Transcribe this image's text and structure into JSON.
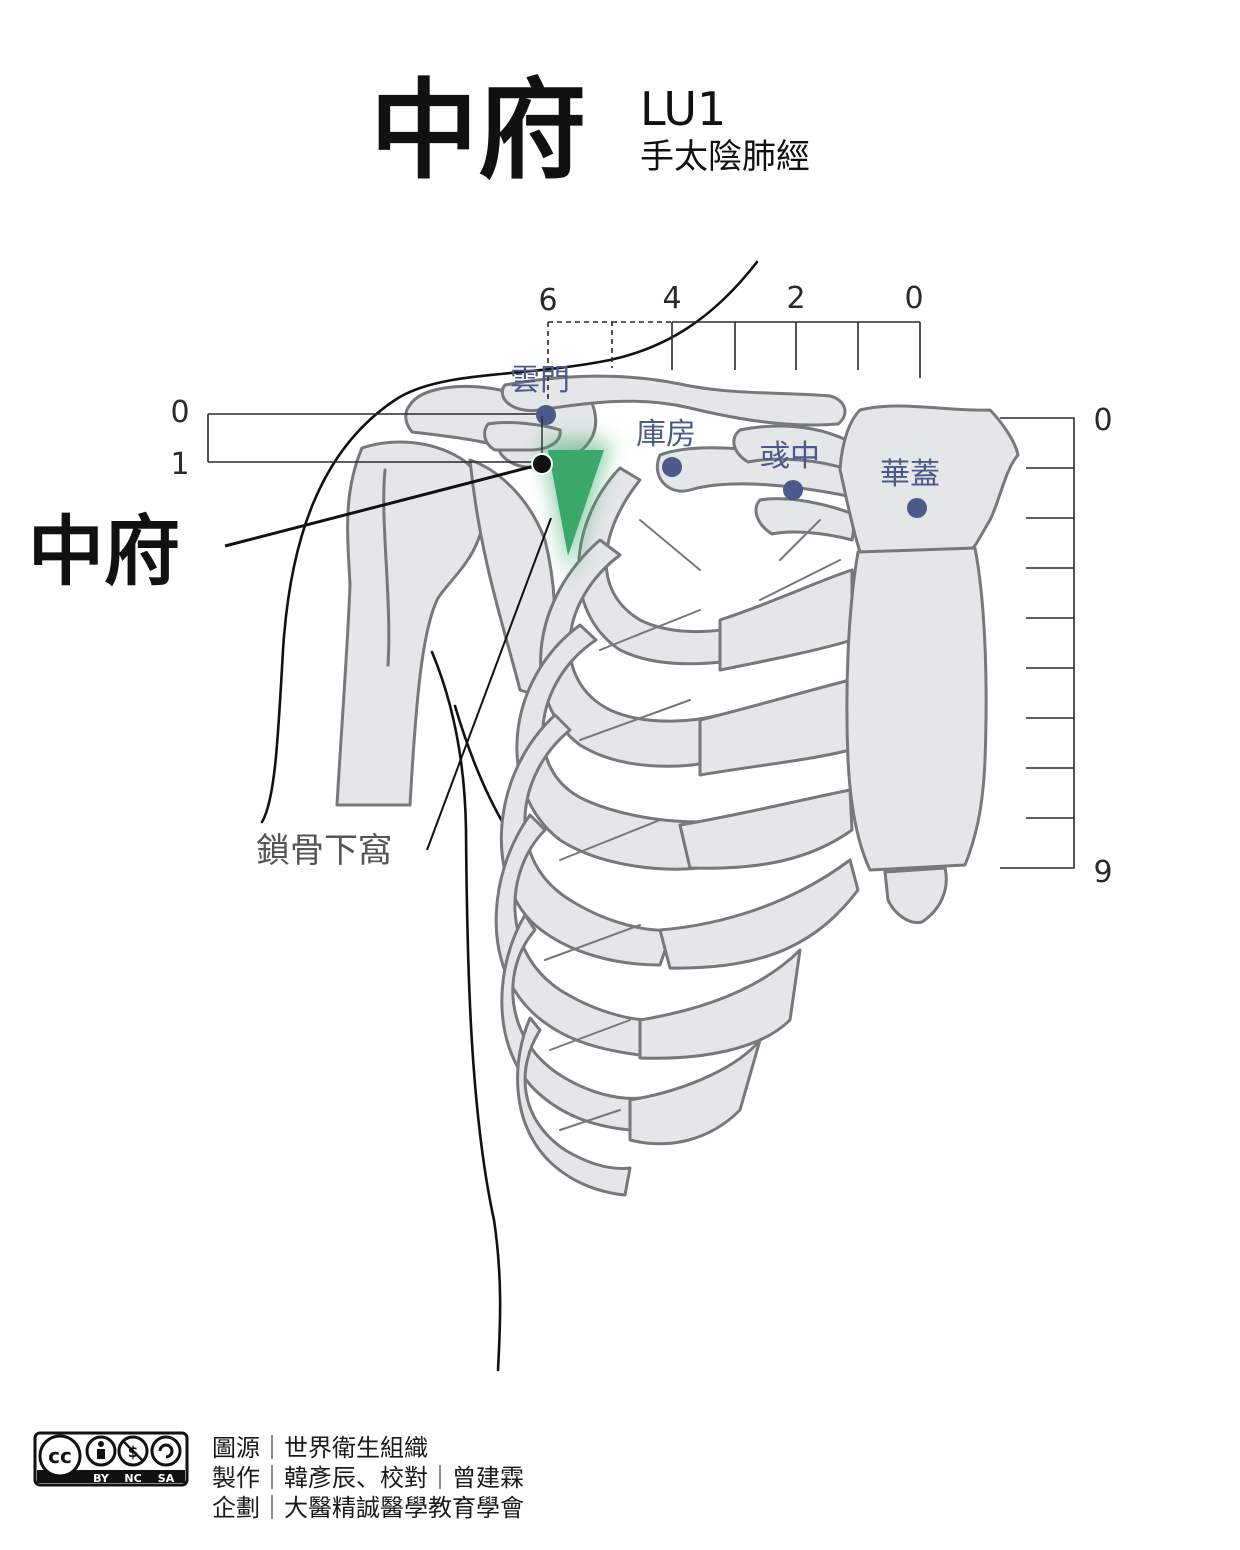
{
  "header": {
    "point_name": "中府",
    "point_code": "LU1",
    "meridian": "手太陰肺經"
  },
  "main_label": "中府",
  "landmark_label": "鎖骨下窩",
  "neighbor_points": [
    {
      "name": "雲門"
    },
    {
      "name": "庫房"
    },
    {
      "name": "彧中"
    },
    {
      "name": "華蓋"
    }
  ],
  "ruler_top": {
    "labels": [
      "6",
      "4",
      "2",
      "0"
    ]
  },
  "ruler_left": {
    "labels": [
      "0",
      "1"
    ]
  },
  "ruler_right": {
    "labels": [
      "0",
      "9"
    ]
  },
  "colors": {
    "highlight": "#3aa86b",
    "point": "#4b5a8a",
    "bone_fill": "#e5e6e8",
    "bone_stroke": "#76787b"
  },
  "license": {
    "badge_cc": "cc",
    "badge_terms": [
      "BY",
      "NC",
      "SA"
    ]
  },
  "credits": [
    {
      "label": "圖源",
      "value": "世界衛生組織"
    },
    {
      "label": "製作",
      "value": "韓彥辰、校對｜曾建霖"
    },
    {
      "label": "企劃",
      "value": "大醫精誠醫學教育學會"
    }
  ]
}
